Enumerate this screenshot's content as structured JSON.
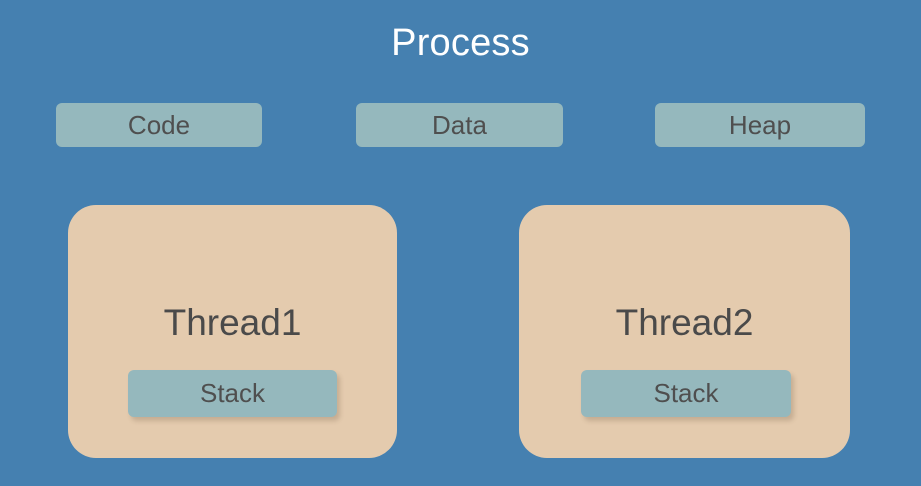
{
  "diagram": {
    "title": "Process",
    "background_color": "#4580b0",
    "title_color": "#ffffff",
    "segment_color": "#95b8bd",
    "thread_color": "#e4cbae",
    "label_color": "#4a4a4a",
    "segments": [
      {
        "label": "Code"
      },
      {
        "label": "Data"
      },
      {
        "label": "Heap"
      }
    ],
    "threads": [
      {
        "name": "Thread1",
        "stack_label": "Stack"
      },
      {
        "name": "Thread2",
        "stack_label": "Stack"
      }
    ]
  }
}
